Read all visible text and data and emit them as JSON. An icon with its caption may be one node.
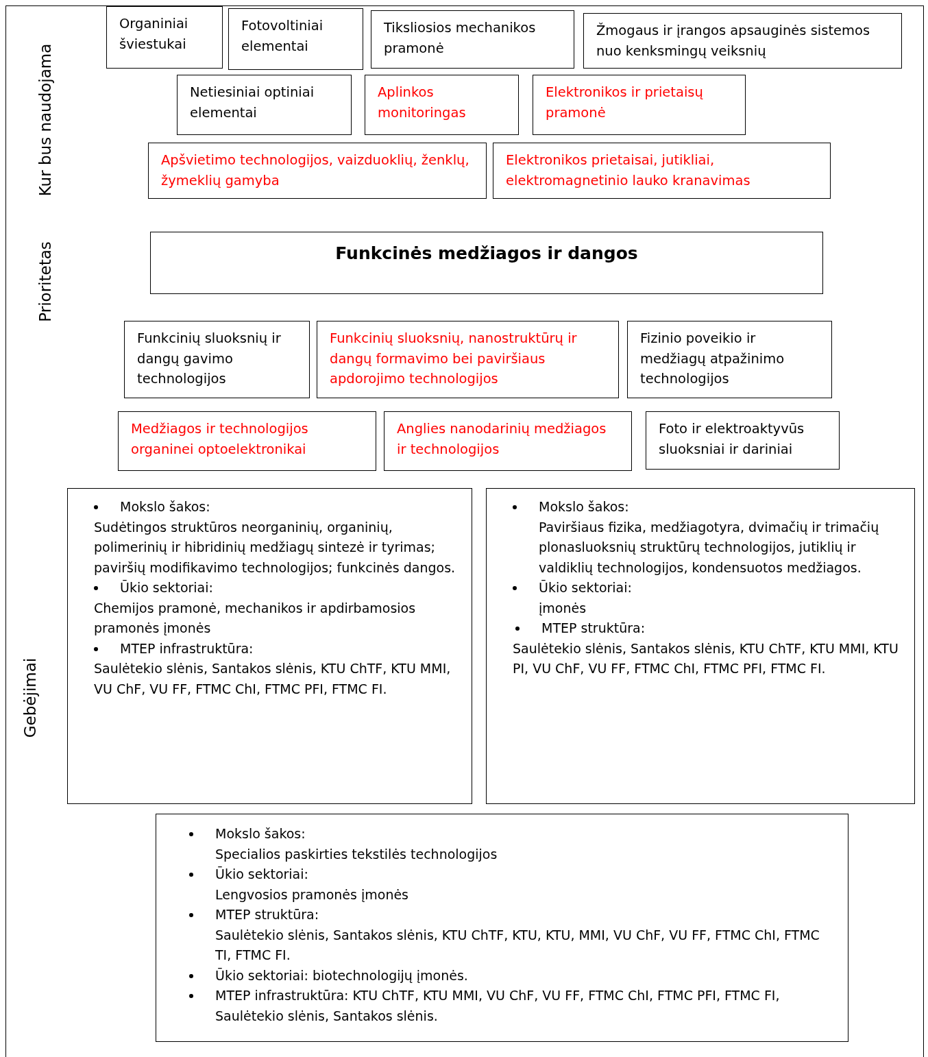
{
  "diagram": {
    "nodes": [
      {
        "text": [
          "Organiniai šviestukai"
        ]
      },
      {
        "text": [
          "Fotovoltiniai elementai"
        ]
      },
      {
        "text": [
          "Tiksliosios mechanikos pramonė"
        ]
      },
      {
        "text": [
          "Žmogaus ir įrangos apsauginės sistemos nuo kenksmingų veiksnių"
        ]
      },
      {
        "text": [
          "Netiesiniai optiniai elementai"
        ]
      },
      {
        "text": [
          "Aplinkos monitoringas"
        ]
      },
      {
        "text": [
          "Elektronikos ir prietaisų pramonė"
        ]
      },
      {
        "text": [
          "Apšvietimo technologijos, vaizduoklių, ženklų, žymeklių gamyba"
        ]
      },
      {
        "text": [
          "Elektronikos prietaisai, jutikliai, elektromagnetinio lauko kranavimas"
        ]
      },
      {
        "text": [
          "Funkcinės medžiagos ir dangos"
        ]
      },
      {
        "text": [
          "Funkcinių sluoksnių ir dangų gavimo technologijos"
        ]
      },
      {
        "text": [
          "Funkcinių sluoksnių, nanostruktūrų ir dangų formavimo bei paviršiaus apdorojimo technologijos"
        ]
      },
      {
        "text": [
          "Fizinio poveikio ir medžiagų atpažinimo technologijos"
        ]
      },
      {
        "text": [
          "Medžiagos ir technologijos organinei optoelektronikai"
        ]
      },
      {
        "text": [
          "Anglies nanodarinių medžiagos ir technologijos"
        ]
      },
      {
        "text": [
          "Foto ir elektroaktyvūs sluoksniai ir dariniai"
        ]
      },
      {
        "text": [
          "Mokslo šakos:",
          "Sudėtingos struktūros neorganinių, organinių, polimerinių ir hibridinių medžiagų sintezė ir tyrimas; paviršių modifikavimo technologijos; funkcinės dangos.",
          "Ūkio sektoriai:",
          "Chemijos pramonė, mechanikos ir apdirbamosios pramonės įmonės",
          "MTEP infrastruktūra:",
          "Saulėtekio slėnis, Santakos slėnis, KTU ChTF, KTU MMI, VU ChF, VU FF, FTMC ChI, FTMC PFI, FTMC FI."
        ]
      },
      {
        "text": [
          "Mokslo šakos:",
          "Paviršiaus fizika, medžiagotyra, dvimačių ir trimačių plonasluoksnių struktūrų technologijos, jutiklių ir valdiklių technologijos, kondensuotos medžiagos.",
          "Ūkio sektoriai:",
          "įmonės",
          "MTEP struktūra:",
          "Saulėtekio slėnis, Santakos slėnis, KTU ChTF, KTU MMI, KTU PI, VU ChF, VU FF, FTMC ChI, FTMC PFI, FTMC FI."
        ]
      },
      {
        "text": [
          "Mokslo šakos:",
          "Specialios paskirties tekstilės technologijos",
          "Ūkio sektoriai:",
          "Lengvosios pramonės įmonės",
          "MTEP struktūra:",
          "Saulėtekio slėnis, Santakos slėnis, KTU ChTF, KTU, KTU, MMI, VU ChF, VU FF, FTMC ChI, FTMC TI, FTMC FI.",
          "Ūkio sektoriai: biotechnologijų įmonės.",
          "MTEP infrastruktūra: KTU ChTF, KTU MMI, VU ChF, VU FF, FTMC ChI, FTMC PFI, FTMC FI, Saulėtekio slėnis, Santakos slėnis."
        ]
      }
    ],
    "labels": [
      "Kur bus naudojama",
      "Prioritetas",
      "Gebėjimai"
    ]
  }
}
